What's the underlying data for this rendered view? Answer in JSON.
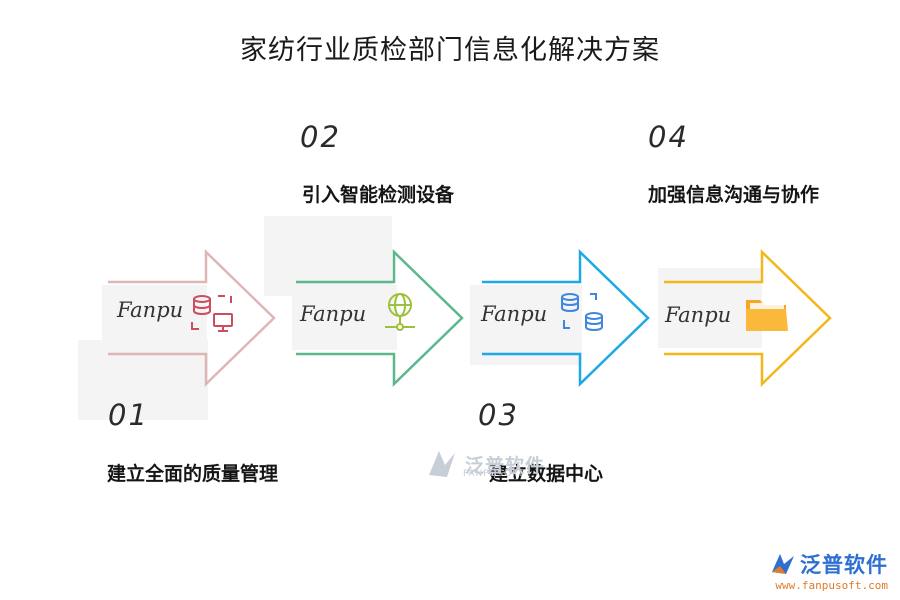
{
  "title": "家纺行业质检部门信息化解决方案",
  "steps": [
    {
      "number": "01",
      "label": "建立全面的质量管理",
      "brand": "Fanpu",
      "icon": "database-monitor-icon",
      "color": "#dfb6b6"
    },
    {
      "number": "02",
      "label": "引入智能检测设备",
      "brand": "Fanpu",
      "icon": "globe-network-icon",
      "color": "#5cb88b"
    },
    {
      "number": "03",
      "label": "建立数据中心",
      "brand": "Fanpu",
      "icon": "database-sync-icon",
      "color": "#1ea8e6"
    },
    {
      "number": "04",
      "label": "加强信息沟通与协作",
      "brand": "Fanpu",
      "icon": "folder-icon",
      "color": "#f2b81a"
    }
  ],
  "watermark": {
    "text": "泛普软件",
    "sub": "FANPUSOFT"
  },
  "logo": {
    "name": "泛普软件",
    "url": "www.fanpusoft.com"
  }
}
